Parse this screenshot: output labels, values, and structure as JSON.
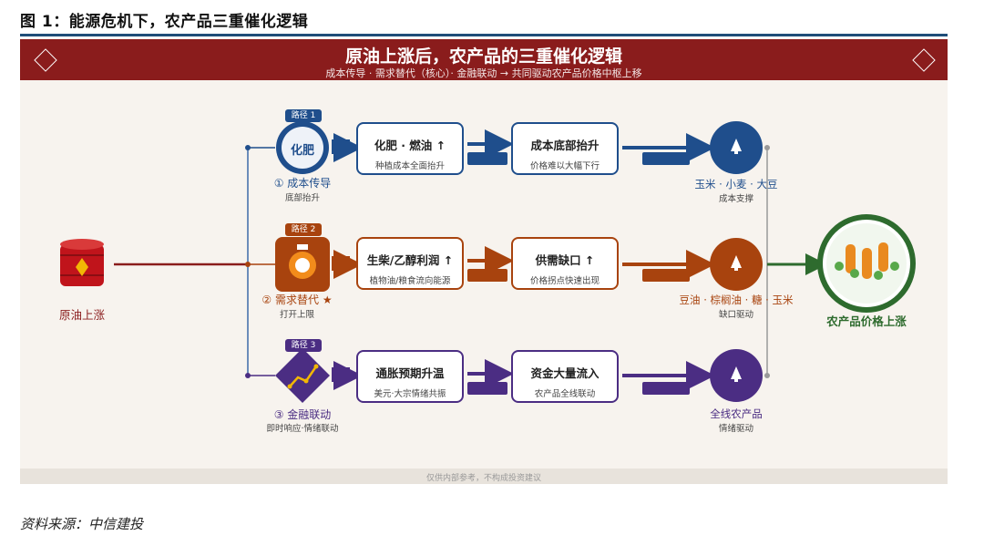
{
  "figure_title": "图 1：能源危机下，农产品三重催化逻辑",
  "banner": {
    "title": "原油上涨后，农产品的三重催化逻辑",
    "subtitle": "成本传导 · 需求替代（核心）· 金融联动 → 共同驱动农产品价格中枢上移"
  },
  "source_node": {
    "label": "原油上涨"
  },
  "paths": [
    {
      "badge": "路径 1",
      "icon_text": "化肥",
      "name": "① 成本传导",
      "sub": "底部抬升",
      "star": "",
      "box1_title": "化肥 · 燃油 ↑",
      "box1_sub": "种植成本全面抬升",
      "box2_title": "成本底部抬升",
      "box2_sub": "价格难以大幅下行",
      "end_title": "玉米 · 小麦 · 大豆",
      "end_sub": "成本支撑",
      "color": "#1f4e8c"
    },
    {
      "badge": "路径 2",
      "icon_text": "",
      "name": "② 需求替代",
      "sub": "打开上限",
      "star": "★",
      "box1_title": "生柴/乙醇利润 ↑",
      "box1_sub": "植物油/粮食流向能源",
      "box2_title": "供需缺口 ↑",
      "box2_sub": "价格拐点快速出现",
      "end_title": "豆油 · 棕榈油 · 糖 · 玉米",
      "end_sub": "缺口驱动",
      "color": "#a8430e"
    },
    {
      "badge": "路径 3",
      "icon_text": "",
      "name": "③ 金融联动",
      "sub": "即时响应·情绪联动",
      "star": "",
      "box1_title": "通胀预期升温",
      "box1_sub": "美元·大宗情绪共振",
      "box2_title": "资金大量流入",
      "box2_sub": "农产品全线联动",
      "end_title": "全线农产品",
      "end_sub": "情绪驱动",
      "color": "#4b2d83"
    }
  ],
  "target_node": {
    "label": "农产品价格上涨",
    "color": "#2e6b2e"
  },
  "footer_note": "仅供内部参考，不构成投资建议",
  "source_text": "资料来源：中信建投"
}
